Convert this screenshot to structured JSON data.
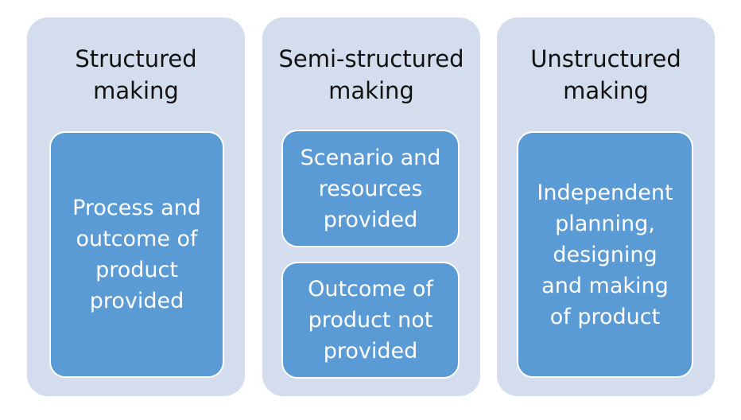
{
  "columns": [
    {
      "title": "Structured\nmaking",
      "boxes": [
        "Process and\noutcome of\nproduct\nprovided"
      ]
    },
    {
      "title": "Semi-structured\nmaking",
      "boxes": [
        "Scenario and\nresources\nprovided",
        "Outcome of\nproduct not\nprovided"
      ]
    },
    {
      "title": "Unstructured\nmaking",
      "boxes": [
        "Independent\nplanning,\ndesigning\nand making\nof product"
      ]
    }
  ],
  "colors": {
    "column_bg": "#d4dded",
    "box_fill": "#5b9bd5",
    "box_border": "#ffffff",
    "title_text": "#111111",
    "box_text": "#ffffff"
  }
}
